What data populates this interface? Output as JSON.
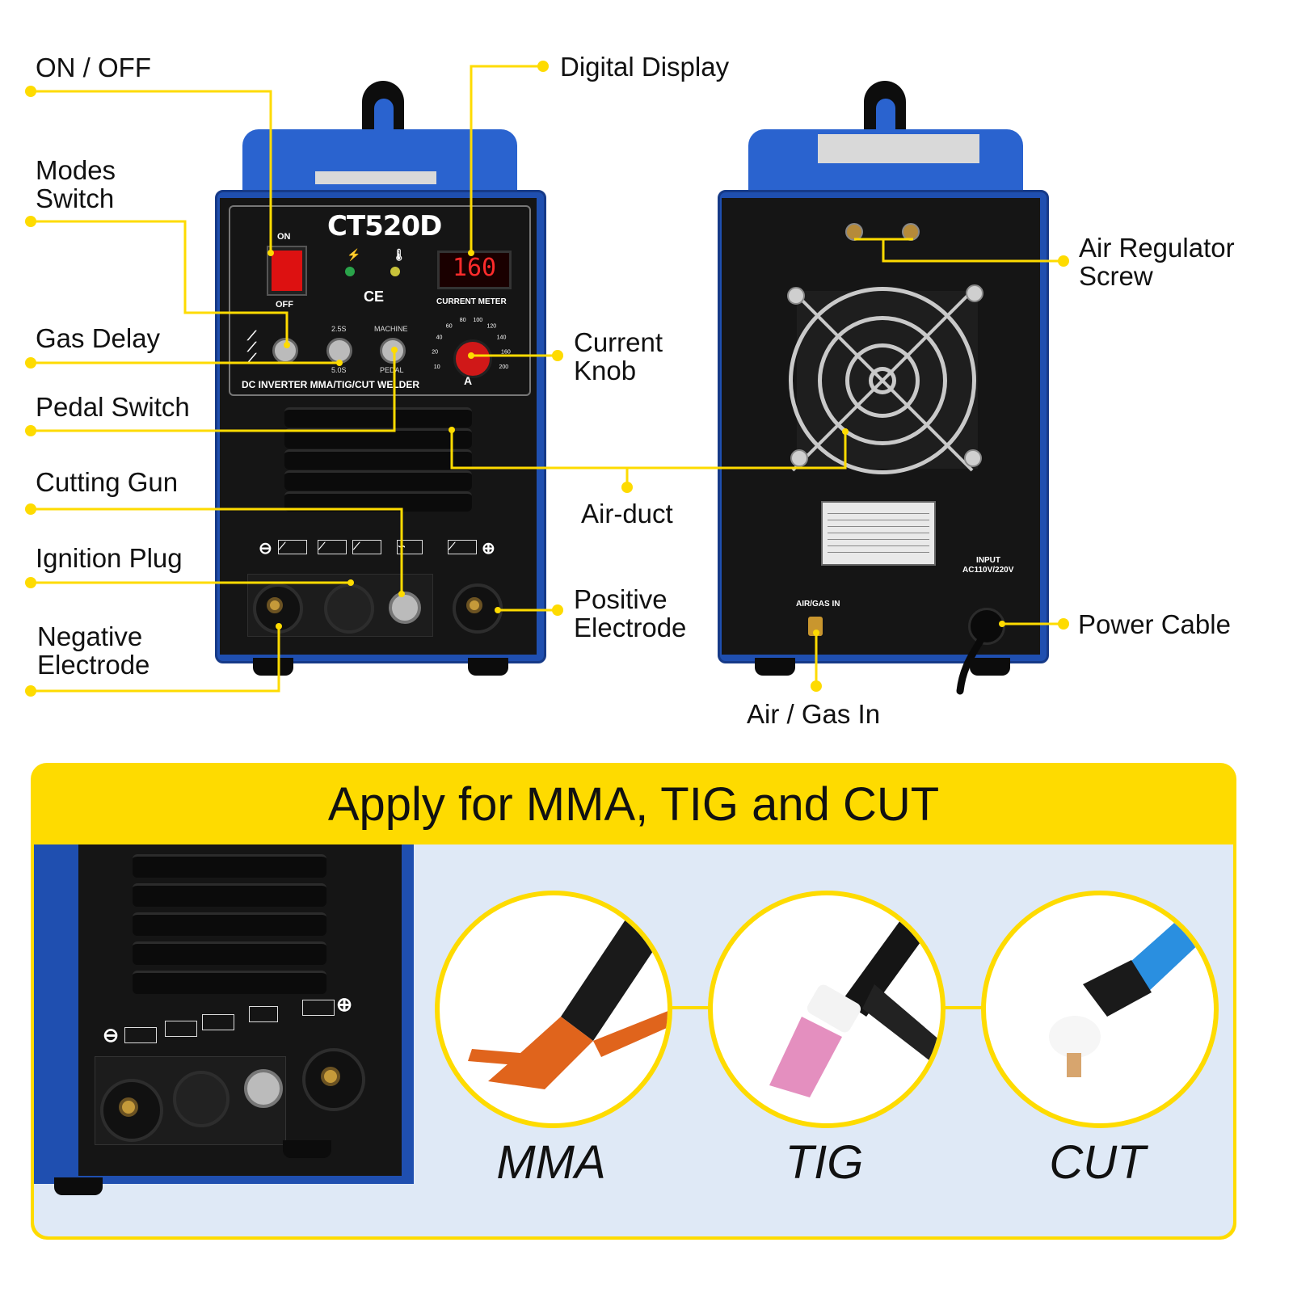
{
  "labels": {
    "on_off": "ON / OFF",
    "modes_switch": "Modes\nSwitch",
    "gas_delay": "Gas Delay",
    "pedal_switch": "Pedal Switch",
    "cutting_gun": "Cutting Gun",
    "ignition_plug": "Ignition Plug",
    "negative_electrode": "Negative\nElectrode",
    "digital_display": "Digital Display",
    "current_knob": "Current\nKnob",
    "air_duct": "Air-duct",
    "positive_electrode": "Positive\nElectrode",
    "air_regulator_screw": "Air Regulator\nScrew",
    "power_cable": "Power Cable",
    "air_gas_in": "Air / Gas In"
  },
  "front_panel": {
    "model": "CT520D",
    "on": "ON",
    "off": "OFF",
    "display_value": "160",
    "ce": "CE",
    "current_meter": "CURRENT METER",
    "delay_short": "2.5S",
    "delay_long": "5.0S",
    "machine": "MACHINE",
    "pedal": "PEDAL",
    "ampere": "A",
    "footer": "DC INVERTER MMA/TIG/CUT WELDER",
    "scale": [
      "10",
      "20",
      "40",
      "60",
      "80",
      "100",
      "120",
      "140",
      "160",
      "200"
    ]
  },
  "rear_panel": {
    "air_gas_in": "AIR/GAS IN",
    "input": "INPUT",
    "input_voltage": "AC110V/220V"
  },
  "banner": {
    "title": "Apply for MMA, TIG and CUT",
    "modes": [
      "MMA",
      "TIG",
      "CUT"
    ]
  },
  "colors": {
    "accent_yellow": "#fedb00",
    "machine_blue": "#1f4fb0",
    "panel_black": "#151515",
    "display_red": "#ff2b2b"
  }
}
